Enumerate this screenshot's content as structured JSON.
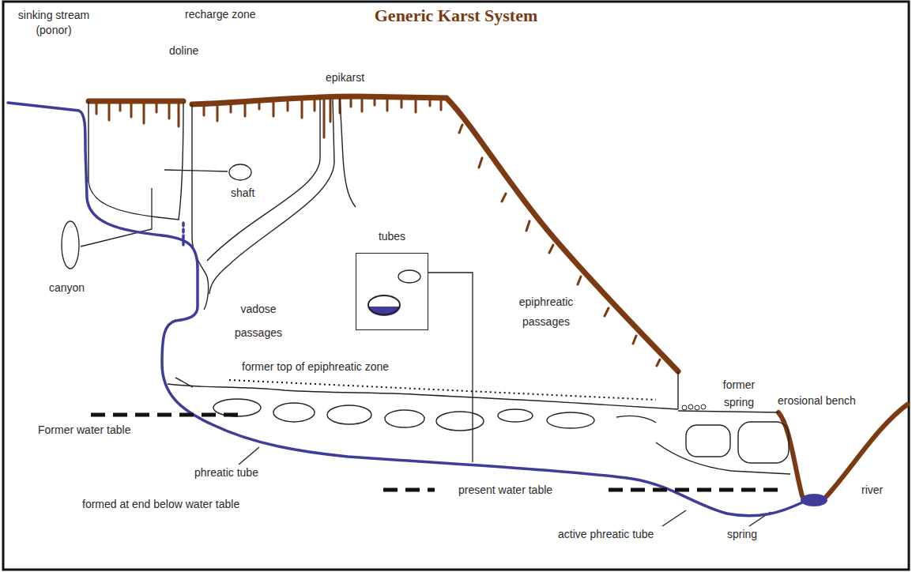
{
  "diagram": {
    "title": "Generic Karst System",
    "nodes": [
      {
        "text": [
          "tubes"
        ]
      }
    ],
    "labels": [
      "sinking stream (ponor)",
      "recharge zone",
      "doline",
      "epikarst",
      "shaft",
      "canyon",
      "vadose passages",
      "epiphreatic passages",
      "former top of epiphreatic zone",
      "former spring",
      "erosional bench",
      "Former water table",
      "phreatic tube",
      "formed at end below water table",
      "present water table",
      "river",
      "active phreatic tube",
      "spring"
    ]
  }
}
